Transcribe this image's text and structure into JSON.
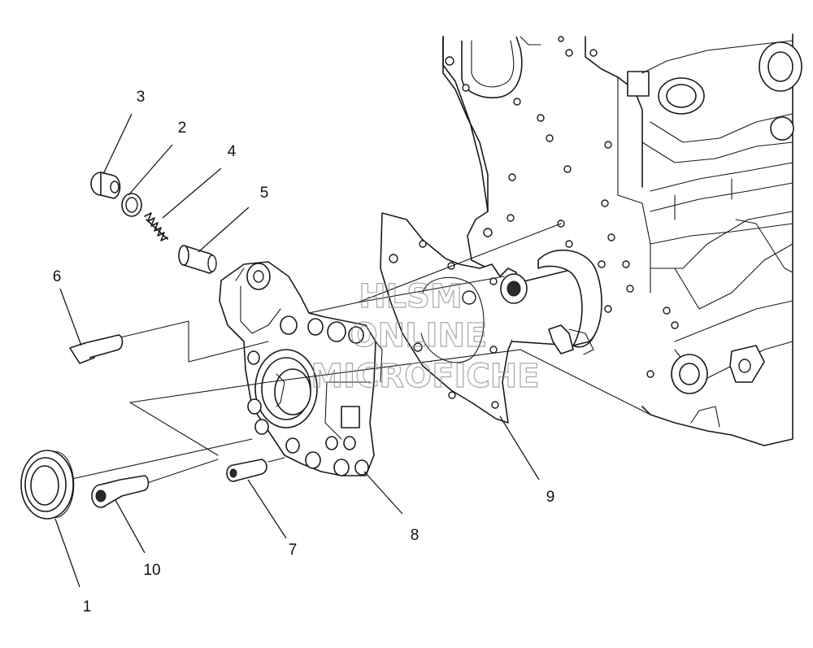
{
  "diagram": {
    "callouts": [
      {
        "id": "1",
        "label": "1"
      },
      {
        "id": "2",
        "label": "2"
      },
      {
        "id": "3",
        "label": "3"
      },
      {
        "id": "4",
        "label": "4"
      },
      {
        "id": "5",
        "label": "5"
      },
      {
        "id": "6",
        "label": "6"
      },
      {
        "id": "7",
        "label": "7"
      },
      {
        "id": "8",
        "label": "8"
      },
      {
        "id": "9",
        "label": "9"
      },
      {
        "id": "10",
        "label": "10"
      }
    ],
    "watermark": {
      "line1": "HLSM",
      "line2": "ONLINE",
      "line3": "MICROFICHE"
    }
  }
}
